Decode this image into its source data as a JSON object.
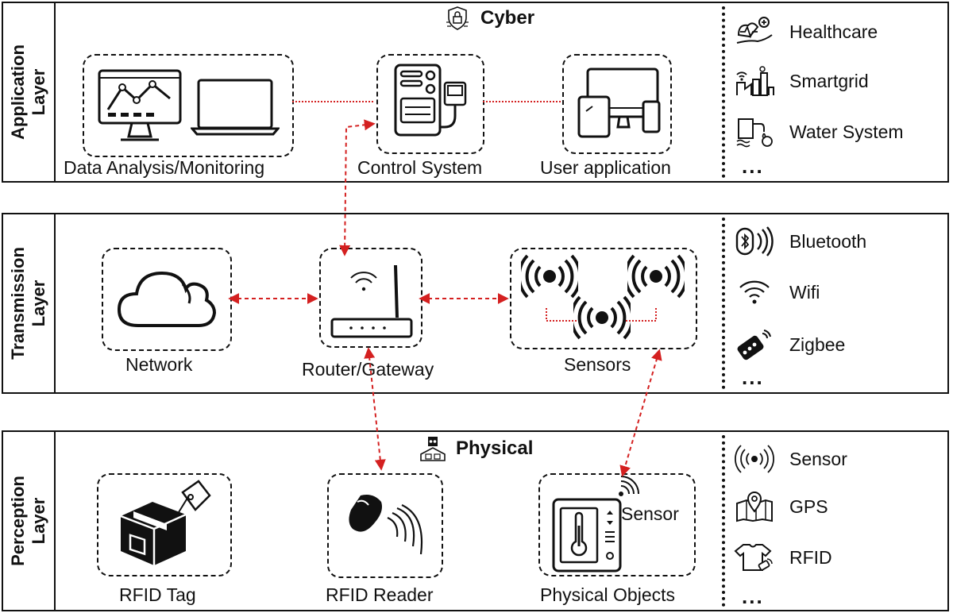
{
  "layers": {
    "application": {
      "label": "Application\nLayer",
      "banner": "Cyber",
      "nodes": {
        "analysis": "Data Analysis/Monitoring",
        "control": "Control System",
        "user": "User application"
      },
      "side": [
        "Healthcare",
        "Smartgrid",
        "Water System"
      ],
      "more": "..."
    },
    "transmission": {
      "label": "Transmission\nLayer",
      "nodes": {
        "network": "Network",
        "router": "Router/Gateway",
        "sensors": "Sensors"
      },
      "side": [
        "Bluetooth",
        "Wifi",
        "Zigbee"
      ],
      "more": "..."
    },
    "perception": {
      "label": "Perception\nLayer",
      "banner": "Physical",
      "nodes": {
        "tag": "RFID Tag",
        "reader": "RFID Reader",
        "objects": "Physical Objects",
        "sensor_inline": "Sensor"
      },
      "side": [
        "Sensor",
        "GPS",
        "RFID"
      ],
      "more": "..."
    }
  },
  "colors": {
    "link": "#d42020",
    "stroke": "#111111"
  }
}
